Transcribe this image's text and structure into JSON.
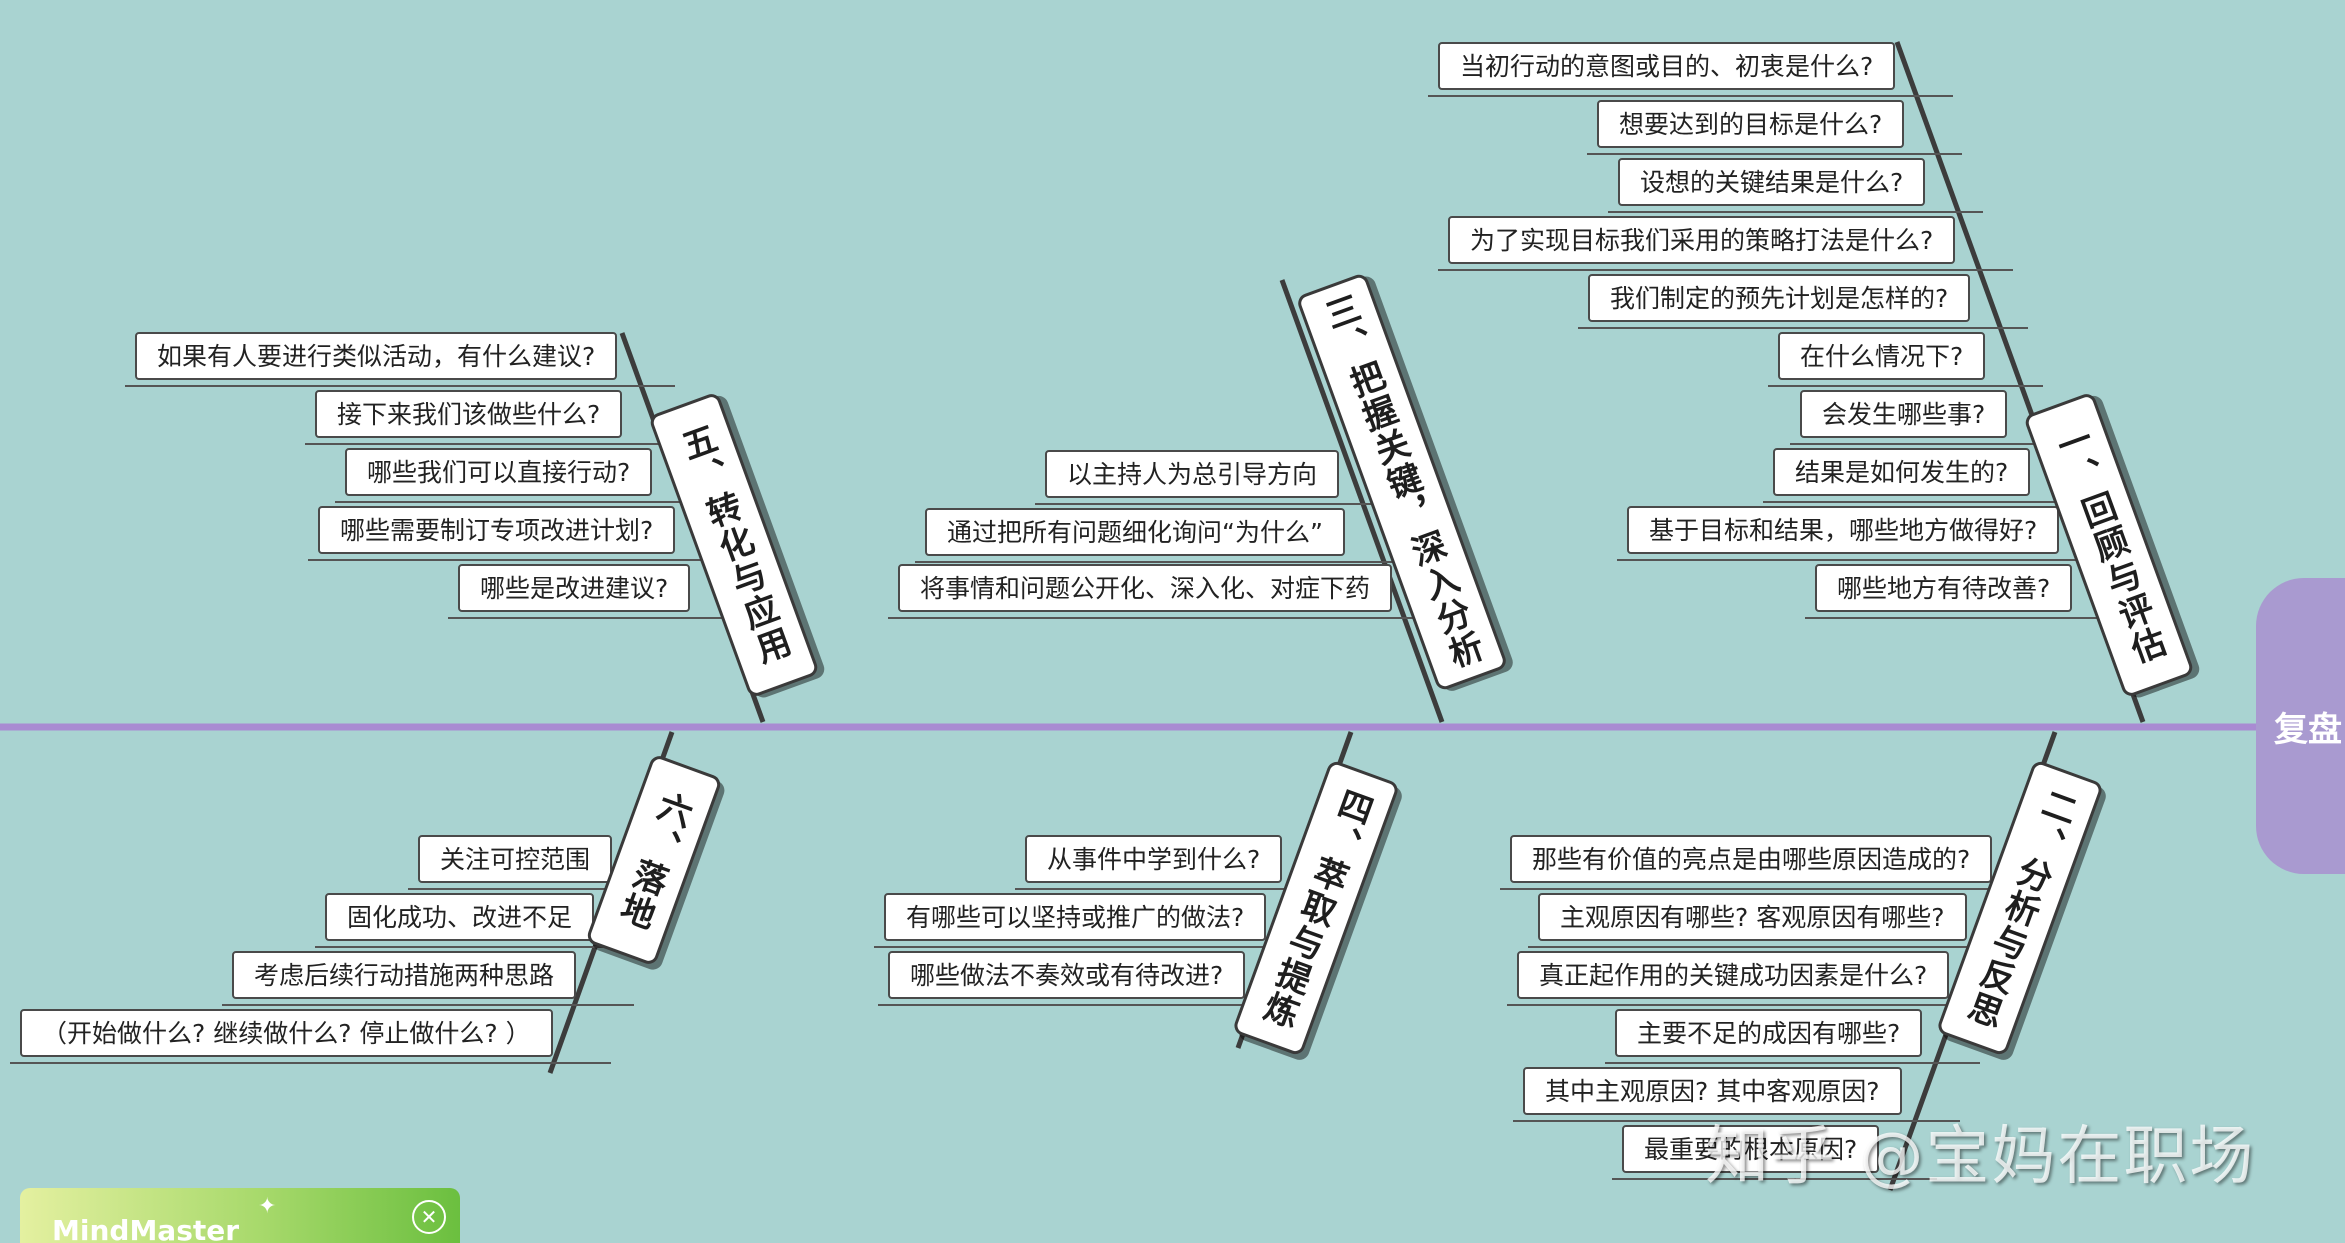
{
  "title": "复盘",
  "watermark": "知乎 @宝妈在职场",
  "badge": "MindMaster",
  "colors": {
    "background": "#a9d3d1",
    "spine": "#a98bd2",
    "head": "#a99ad0",
    "bone": "#3c3c3c",
    "box": "#ffffff"
  },
  "branches": [
    {
      "label": "一、回顾与评估",
      "items": [
        "当初行动的意图或目的、初衷是什么?",
        "想要达到的目标是什么?",
        "设想的关键结果是什么?",
        "为了实现目标我们采用的策略打法是什么?",
        "我们制定的预先计划是怎样的?",
        "在什么情况下?",
        "会发生哪些事?",
        "结果是如何发生的?",
        "基于目标和结果，哪些地方做得好?",
        "哪些地方有待改善?"
      ]
    },
    {
      "label": "二、分析与反思",
      "items": [
        "那些有价值的亮点是由哪些原因造成的?",
        "主观原因有哪些? 客观原因有哪些?",
        "真正起作用的关键成功因素是什么?",
        "主要不足的成因有哪些?",
        "其中主观原因? 其中客观原因?",
        "最重要的根本原因?"
      ]
    },
    {
      "label": "三、把握关键，深入分析",
      "items": [
        "以主持人为总引导方向",
        "通过把所有问题细化询问“为什么”",
        "将事情和问题公开化、深入化、对症下药"
      ]
    },
    {
      "label": "四、萃取与提炼",
      "items": [
        "从事件中学到什么?",
        "有哪些可以坚持或推广的做法?",
        "哪些做法不奏效或有待改进?"
      ]
    },
    {
      "label": "五、转化与应用",
      "items": [
        "如果有人要进行类似活动，有什么建议?",
        "接下来我们该做些什么?",
        "哪些我们可以直接行动?",
        "哪些需要制订专项改进计划?",
        "哪些是改进建议?"
      ]
    },
    {
      "label": "六、落地",
      "items": [
        "关注可控范围",
        "固化成功、改进不足",
        "考虑后续行动措施两种思路",
        "（开始做什么? 继续做什么? 停止做什么? ）"
      ]
    }
  ]
}
